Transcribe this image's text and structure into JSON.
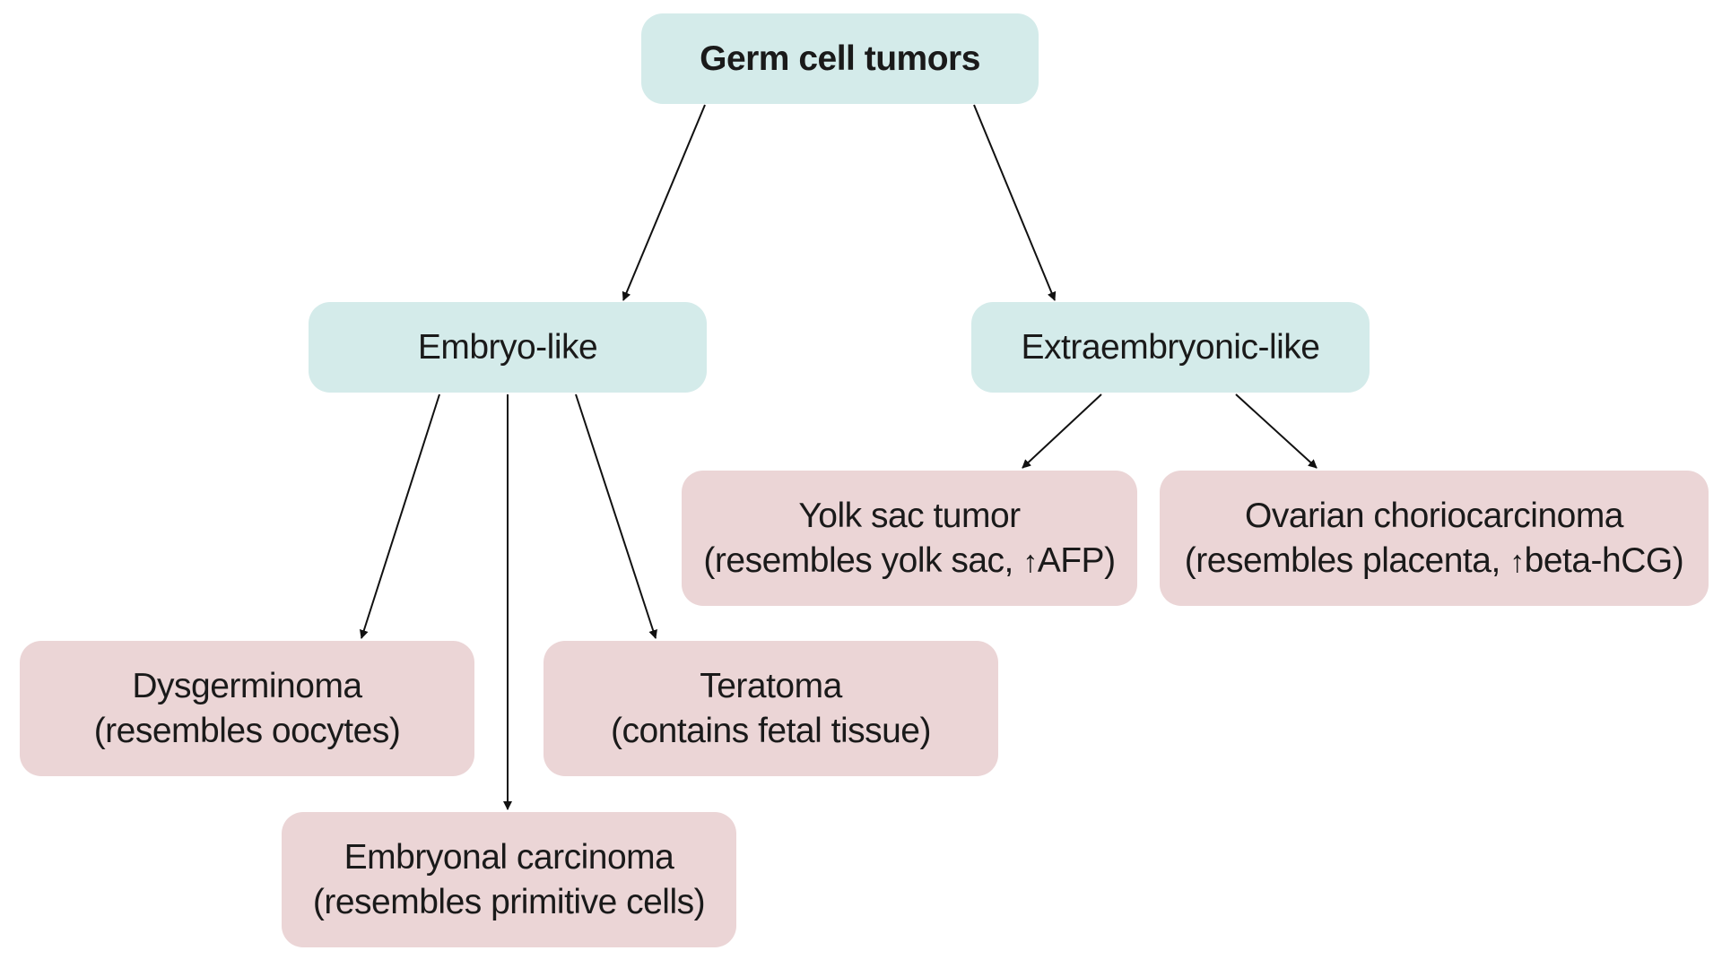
{
  "diagram": {
    "root": {
      "title": "Germ cell tumors"
    },
    "embryo_like": {
      "label": "Embryo-like"
    },
    "extraembryonic_like": {
      "label": "Extraembryonic-like"
    },
    "dysgerminoma": {
      "name": "Dysgerminoma",
      "note": "(resembles oocytes)"
    },
    "teratoma": {
      "name": "Teratoma",
      "note": "(contains fetal tissue)"
    },
    "embryonal_carcinoma": {
      "name": "Embryonal carcinoma",
      "note": "(resembles primitive cells)"
    },
    "yolk_sac_tumor": {
      "name": "Yolk sac tumor",
      "note_prefix": "(resembles yolk sac, ",
      "marker": "AFP",
      "note_suffix": ")"
    },
    "ovarian_choriocarcinoma": {
      "name": "Ovarian choriocarcinoma",
      "note_prefix": "(resembles placenta, ",
      "marker": "beta-hCG",
      "note_suffix": ")"
    },
    "increase_symbol": "↑",
    "colors": {
      "category_fill": "#d4ebea",
      "tumor_fill": "#ebd5d6",
      "arrow": "#111111"
    },
    "edges": [
      [
        "root",
        "embryo_like"
      ],
      [
        "root",
        "extraembryonic_like"
      ],
      [
        "embryo_like",
        "dysgerminoma"
      ],
      [
        "embryo_like",
        "embryonal_carcinoma"
      ],
      [
        "embryo_like",
        "teratoma"
      ],
      [
        "extraembryonic_like",
        "yolk_sac_tumor"
      ],
      [
        "extraembryonic_like",
        "ovarian_choriocarcinoma"
      ]
    ]
  }
}
